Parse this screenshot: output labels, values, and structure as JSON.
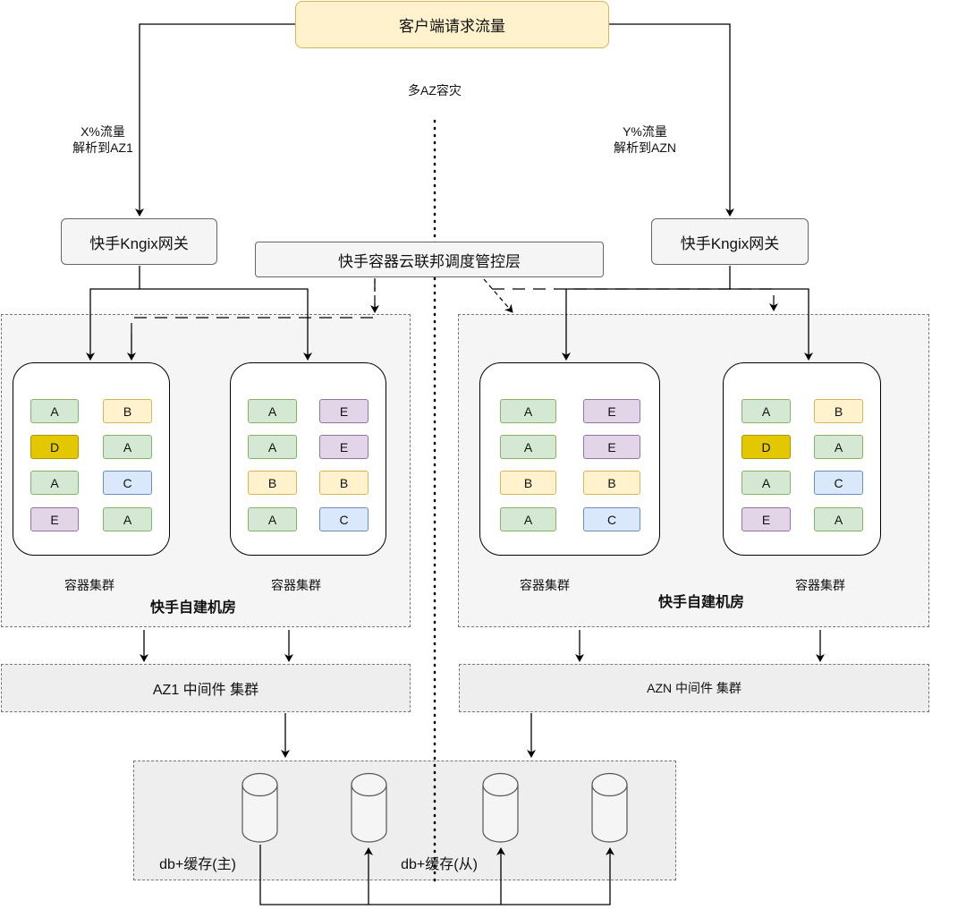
{
  "top": {
    "label": "客户端请求流量"
  },
  "center_label": "多AZ容灾",
  "left_flow": {
    "line1": "X%流量",
    "line2": "解析到AZ1"
  },
  "right_flow": {
    "line1": "Y%流量",
    "line2": "解析到AZN"
  },
  "left_gateway": "快手Kngix网关",
  "right_gateway": "快手Kngix网关",
  "control_layer": "快手容器云联邦调度管控层",
  "left_room": {
    "title": "快手自建机房",
    "clusters": [
      {
        "label": "容器集群",
        "pods": [
          "A",
          "B",
          "D",
          "A",
          "A",
          "C",
          "E",
          "A"
        ]
      },
      {
        "label": "容器集群",
        "pods": [
          "A",
          "E",
          "A",
          "E",
          "B",
          "B",
          "A",
          "C"
        ]
      }
    ]
  },
  "right_room": {
    "title": "快手自建机房",
    "clusters": [
      {
        "label": "容器集群",
        "pods": [
          "A",
          "E",
          "A",
          "E",
          "B",
          "B",
          "A",
          "C"
        ]
      },
      {
        "label": "容器集群",
        "pods": [
          "A",
          "B",
          "D",
          "A",
          "A",
          "C",
          "E",
          "A"
        ]
      }
    ]
  },
  "left_middleware": "AZ1 中间件 集群",
  "right_middleware": "AZN 中间件 集群",
  "db_master_label": "db+缓存(主)",
  "db_slave_label": "db+缓存(从)",
  "colors": {
    "A": "#d5e8d4",
    "B": "#fff2cc",
    "C": "#dae8fc",
    "D": "#e3c800",
    "E": "#e1d5e7"
  }
}
